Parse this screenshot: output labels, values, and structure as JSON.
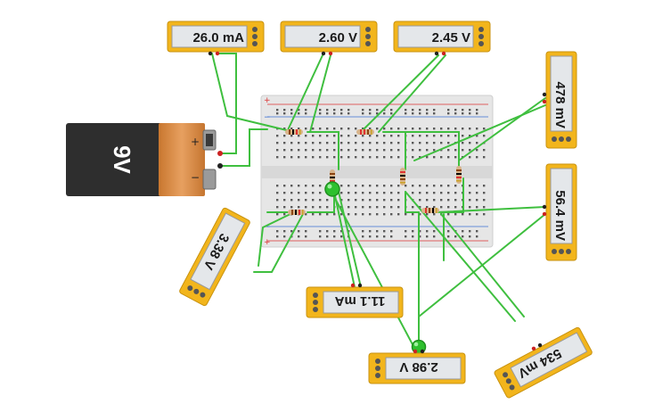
{
  "battery": {
    "label": "9V",
    "plus": "+",
    "minus": "−"
  },
  "meters": [
    {
      "id": "m1",
      "value": "26.0 mA"
    },
    {
      "id": "m2",
      "value": "2.60 V"
    },
    {
      "id": "m3",
      "value": "2.45 V"
    },
    {
      "id": "m4",
      "value": "478 mV"
    },
    {
      "id": "m5",
      "value": "56.4 mV"
    },
    {
      "id": "m6",
      "value": "534 mV"
    },
    {
      "id": "m7",
      "value": "2.98 V"
    },
    {
      "id": "m8",
      "value": "11.1 mA"
    },
    {
      "id": "m9",
      "value": "3.38 V"
    }
  ],
  "colors": {
    "wire": "#3fbf3f",
    "meter_frame": "#f2b51c",
    "meter_screen": "#e4e7ea",
    "battery_body": "#2e2e2e",
    "battery_cap": "#d98a3f",
    "breadboard": "#e8e8e8",
    "led": "#2ec02e",
    "rail_red": "#d33",
    "rail_blue": "#3a6fd3"
  }
}
